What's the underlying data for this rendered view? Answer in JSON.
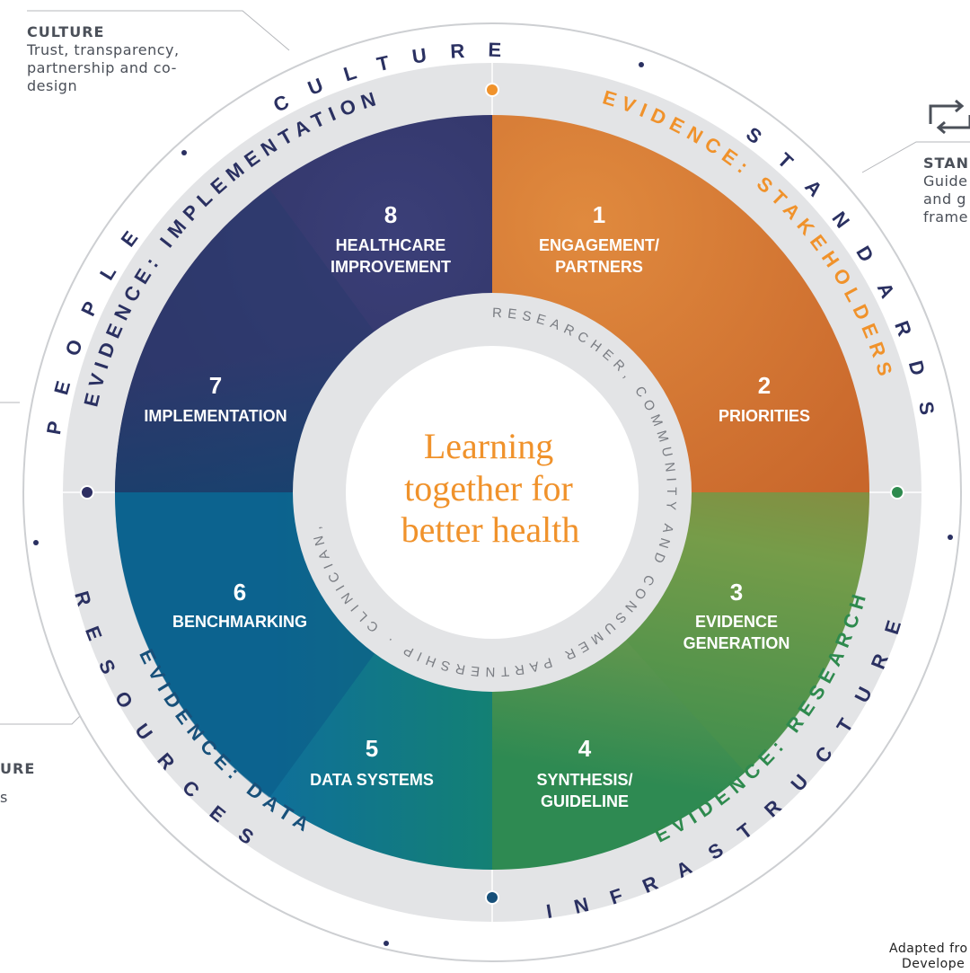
{
  "notes": {
    "culture": {
      "title": "CULTURE",
      "text": "Trust, transparency, partnership and co-design"
    },
    "standards": {
      "title": "STAN",
      "lines": [
        "Guide",
        "and g",
        "frame"
      ]
    },
    "infrastructure_partial": {
      "title": "URE",
      "line": "s"
    },
    "credit": {
      "line1": "Adapted fro",
      "line2": "Develope"
    }
  },
  "outer_ring": {
    "culture": "CULTURE",
    "standards": "STANDARDS",
    "infrastructure": "INFRASTRUCTURE",
    "resources": "RESOURCES",
    "people": "PEOPLE"
  },
  "evidence_ring": {
    "stakeholders": "EVIDENCE: STAKEHOLDERS",
    "research": "EVIDENCE: RESEARCH",
    "data": "EVIDENCE: DATA",
    "implementation": "EVIDENCE: IMPLEMENTATION"
  },
  "segments": [
    {
      "num": "1",
      "l1": "ENGAGEMENT/",
      "l2": "PARTNERS"
    },
    {
      "num": "2",
      "l1": "PRIORITIES",
      "l2": ""
    },
    {
      "num": "3",
      "l1": "EVIDENCE",
      "l2": "GENERATION"
    },
    {
      "num": "4",
      "l1": "SYNTHESIS/",
      "l2": "GUIDELINE"
    },
    {
      "num": "5",
      "l1": "DATA SYSTEMS",
      "l2": ""
    },
    {
      "num": "6",
      "l1": "BENCHMARKING",
      "l2": ""
    },
    {
      "num": "7",
      "l1": "IMPLEMENTATION",
      "l2": ""
    },
    {
      "num": "8",
      "l1": "HEALTHCARE",
      "l2": "IMPROVEMENT"
    }
  ],
  "inner_ring_text": "RESEARCHER, COMMUNITY AND CONSUMER PARTNERSHIP · CLINICIAN,",
  "center": {
    "l1": "Learning",
    "l2": "together for",
    "l3": "better health"
  },
  "colors": {
    "orange": "#f0922b",
    "navy": "#2e2f63",
    "green": "#2e8a4e",
    "blue": "#17507a",
    "label_navy": "#2a3061",
    "grey_ring": "#e3e4e6"
  }
}
